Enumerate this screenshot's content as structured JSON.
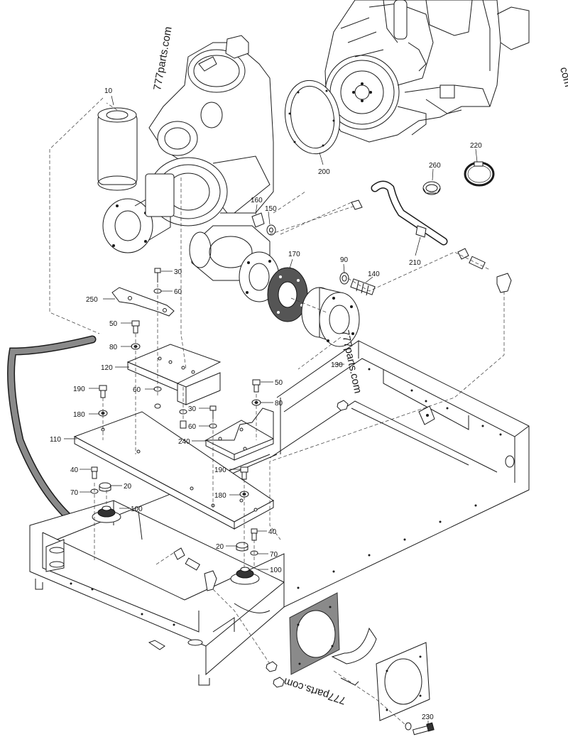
{
  "watermarks": {
    "w1": "777parts.com",
    "w2": "777parts.com",
    "w3": "777parts.com",
    "w4": "com"
  },
  "labels": {
    "p10": "10",
    "p200": "200",
    "p220": "220",
    "p260": "260",
    "p160": "160",
    "p150": "150",
    "p210": "210",
    "p170": "170",
    "p90": "90",
    "p140": "140",
    "p30a": "30",
    "p60a": "60",
    "p250": "250",
    "p50a": "50",
    "p80a": "80",
    "p120": "120",
    "p130": "130",
    "p190a": "190",
    "p60b": "60",
    "p50b": "50",
    "p80b": "80",
    "p30b": "30",
    "p180a": "180",
    "p60c": "60",
    "p110": "110",
    "p240": "240",
    "p40a": "40",
    "p20a": "20",
    "p190b": "190",
    "p70a": "70",
    "p180b": "180",
    "p100a": "100",
    "p40b": "40",
    "p20b": "20",
    "p70b": "70",
    "p100b": "100",
    "p230": "230"
  },
  "colors": {
    "line": "#1a1a1a",
    "hose": "#8a8a8a",
    "background": "#ffffff"
  }
}
